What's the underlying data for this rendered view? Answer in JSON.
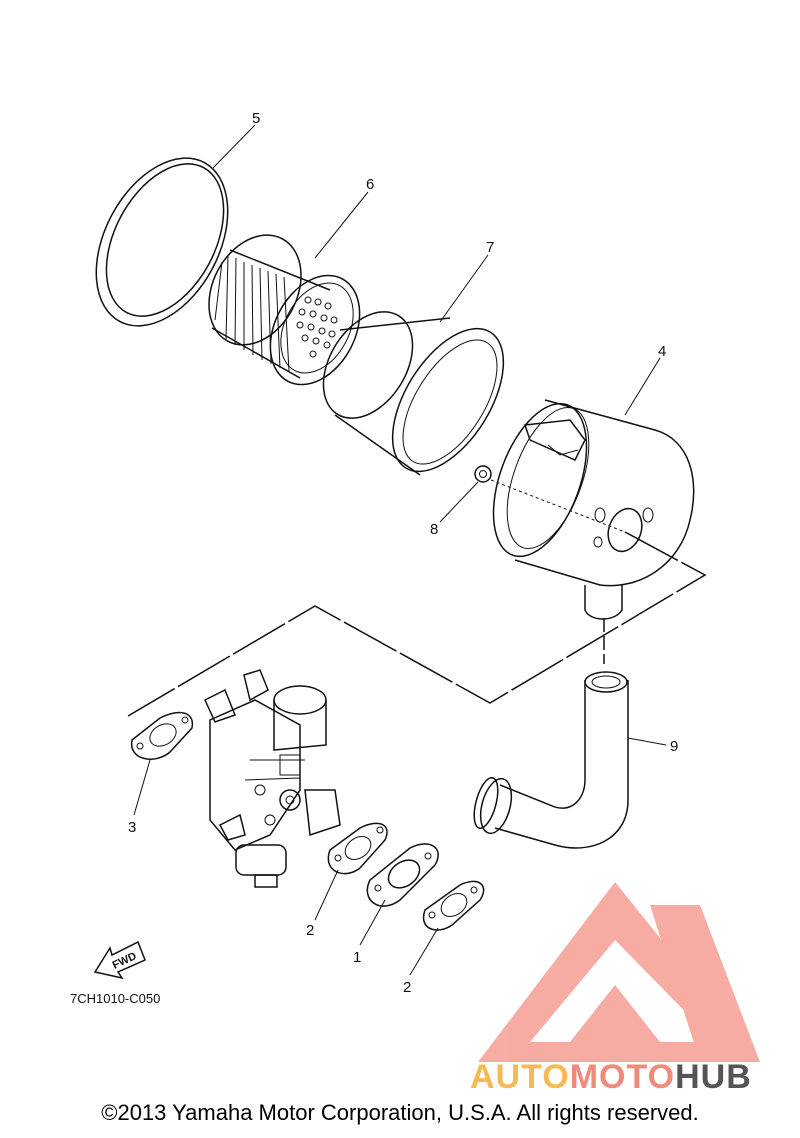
{
  "callouts": [
    {
      "id": "5",
      "label": "5",
      "part": "ring"
    },
    {
      "id": "6",
      "label": "6",
      "part": "filter-element"
    },
    {
      "id": "7",
      "label": "7",
      "part": "foam-element"
    },
    {
      "id": "4",
      "label": "4",
      "part": "air-cleaner-case"
    },
    {
      "id": "8",
      "label": "8",
      "part": "nut"
    },
    {
      "id": "9",
      "label": "9",
      "part": "joint-pipe"
    },
    {
      "id": "3",
      "label": "3",
      "part": "gasket"
    },
    {
      "id": "2a",
      "label": "2",
      "part": "gasket"
    },
    {
      "id": "1",
      "label": "1",
      "part": "spacer"
    },
    {
      "id": "2b",
      "label": "2",
      "part": "gasket"
    }
  ],
  "fwd_label": "FWD",
  "diagram_code": "7CH1010-C050",
  "copyright": "©2013 Yamaha Motor Corporation, U.S.A. All rights reserved.",
  "watermark": {
    "word_part1": "AUTO",
    "word_part2": "MOTO",
    "word_part3": "HUB",
    "color_auto": "#f7b955",
    "color_moto": "#f08a7a",
    "color_hub": "#555555",
    "logo_color": "#f6a39a"
  }
}
